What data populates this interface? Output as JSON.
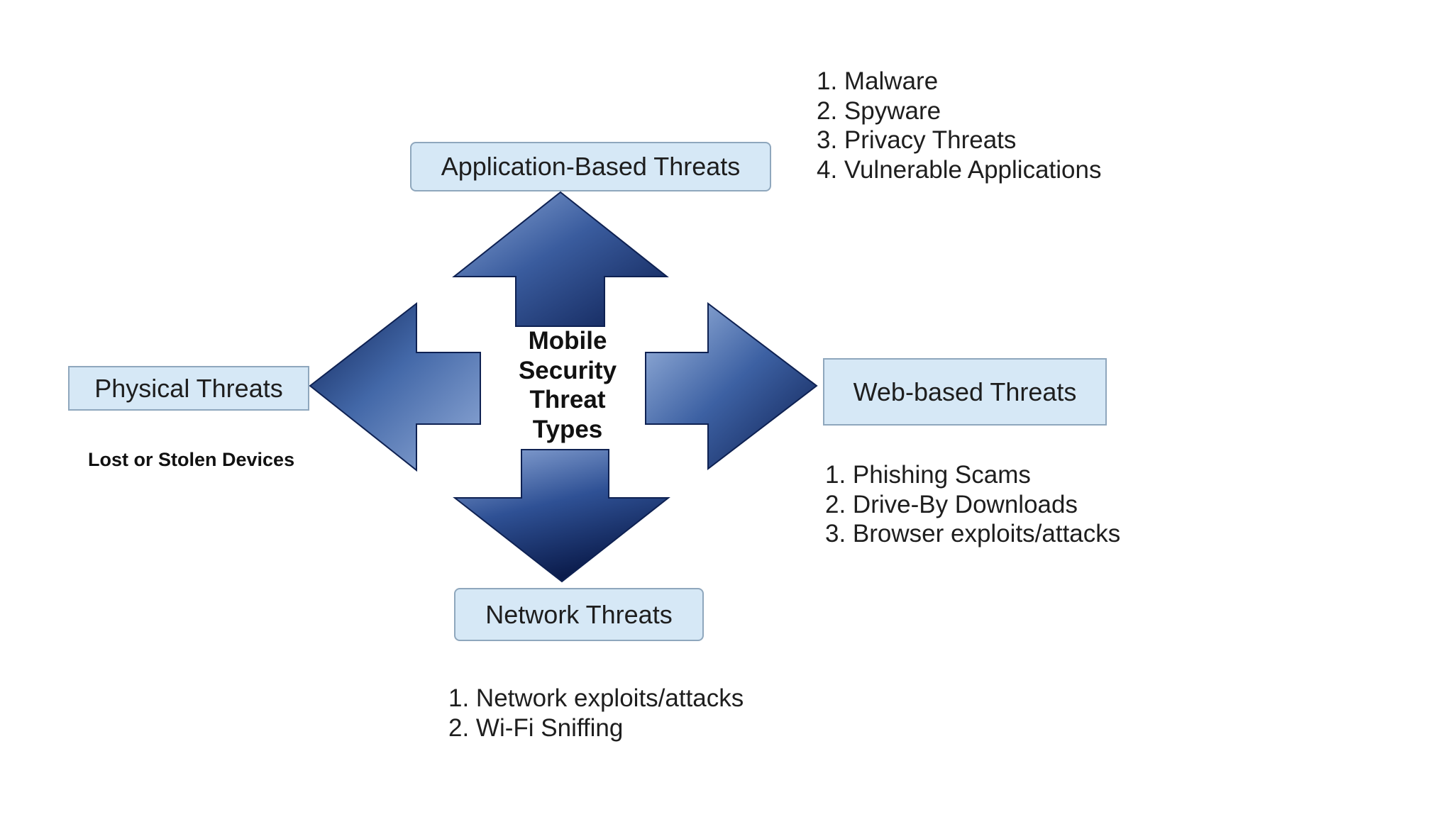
{
  "diagram": {
    "center_label": [
      "Mobile",
      "Security",
      "Threat",
      "Types"
    ],
    "nodes": {
      "application": {
        "label": "Application-Based Threats",
        "items": [
          "1. Malware",
          "2. Spyware",
          "3. Privacy Threats",
          "4. Vulnerable Applications"
        ]
      },
      "web": {
        "label": "Web-based Threats",
        "items": [
          "1. Phishing Scams",
          "2. Drive-By Downloads",
          "3. Browser exploits/attacks"
        ]
      },
      "network": {
        "label": "Network Threats",
        "items": [
          "1. Network exploits/attacks",
          "2. Wi-Fi Sniffing"
        ]
      },
      "physical": {
        "label": "Physical Threats",
        "note": "Lost or Stolen Devices"
      }
    }
  },
  "colors": {
    "box_fill": "#d6e8f6",
    "box_border": "#8fa7bd",
    "arrow_light": "#6f8fc7",
    "arrow_dark": "#0d1f52"
  }
}
